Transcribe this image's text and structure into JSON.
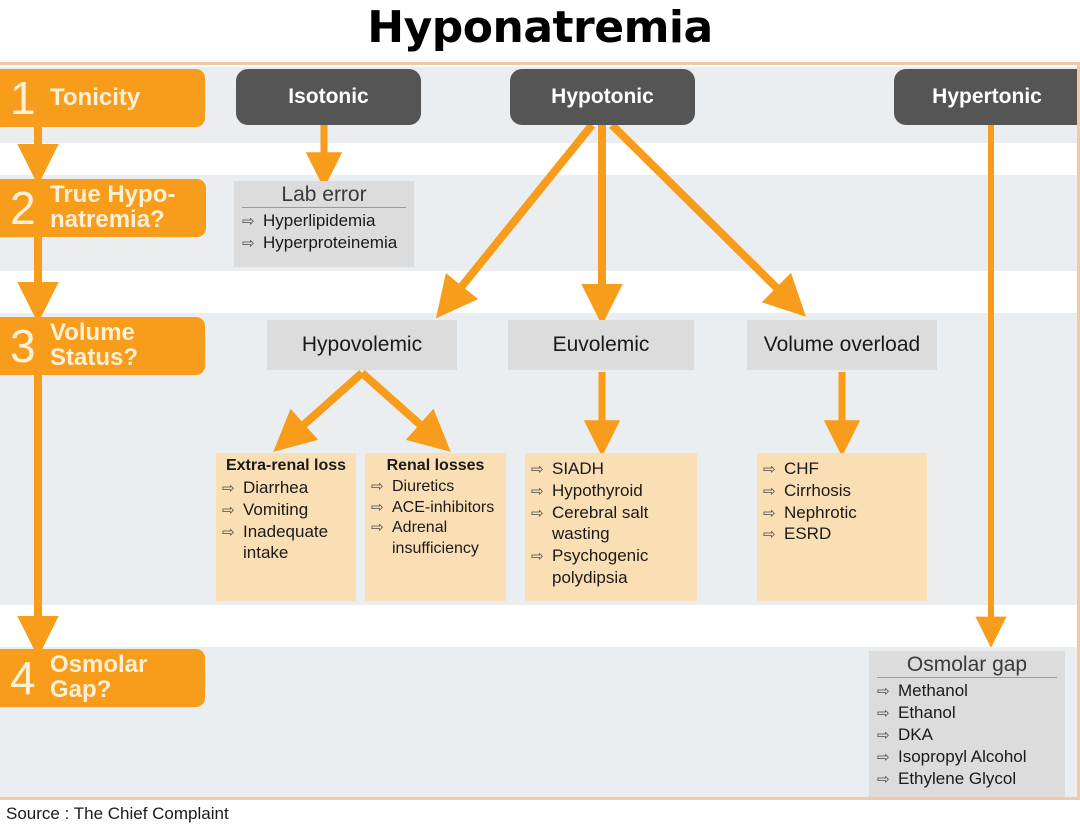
{
  "title": "Hyponatremia",
  "source": "Source : The Chief Complaint",
  "colors": {
    "orange": "#f89c1c",
    "dark_pill": "#555555",
    "gray_card": "#dcdcdc",
    "peach_card": "#fbdfb4",
    "band": "#eaeef0",
    "frame_border": "#f3c9a3",
    "step_text": "#fdf0d5"
  },
  "steps": [
    {
      "num": "1",
      "label": "Tonicity"
    },
    {
      "num": "2",
      "label": "True Hypo-\nnatremia?"
    },
    {
      "num": "3",
      "label": "Volume\nStatus?"
    },
    {
      "num": "4",
      "label": "Osmolar\nGap?"
    }
  ],
  "tonicity": {
    "isotonic": "Isotonic",
    "hypotonic": "Hypotonic",
    "hypertonic": "Hypertonic"
  },
  "lab_error": {
    "header": "Lab error",
    "items": [
      "Hyperlipidemia",
      "Hyperproteinemia"
    ]
  },
  "volume_status": {
    "hypovolemic": "Hypovolemic",
    "euvolemic": "Euvolemic",
    "volume_overload": "Volume overload"
  },
  "details": {
    "extra_renal": {
      "header": "Extra-renal loss",
      "items": [
        "Diarrhea",
        "Vomiting",
        "Inadequate\nintake"
      ]
    },
    "renal": {
      "header": "Renal losses",
      "items": [
        "Diuretics",
        "ACE-inhibitors",
        "Adrenal\ninsufficiency"
      ]
    },
    "euvolemic": {
      "header": "",
      "items": [
        "SIADH",
        "Hypothyroid",
        "Cerebral salt\nwasting",
        "Psychogenic\npolydipsia"
      ]
    },
    "volume_overload": {
      "header": "",
      "items": [
        "CHF",
        "Cirrhosis",
        "Nephrotic",
        "ESRD"
      ]
    }
  },
  "osmolar_gap": {
    "header": "Osmolar gap",
    "items": [
      "Methanol",
      "Ethanol",
      "DKA",
      "Isopropyl Alcohol",
      "Ethylene Glycol"
    ]
  },
  "icons": {
    "bullet_arrow": "⇨"
  }
}
